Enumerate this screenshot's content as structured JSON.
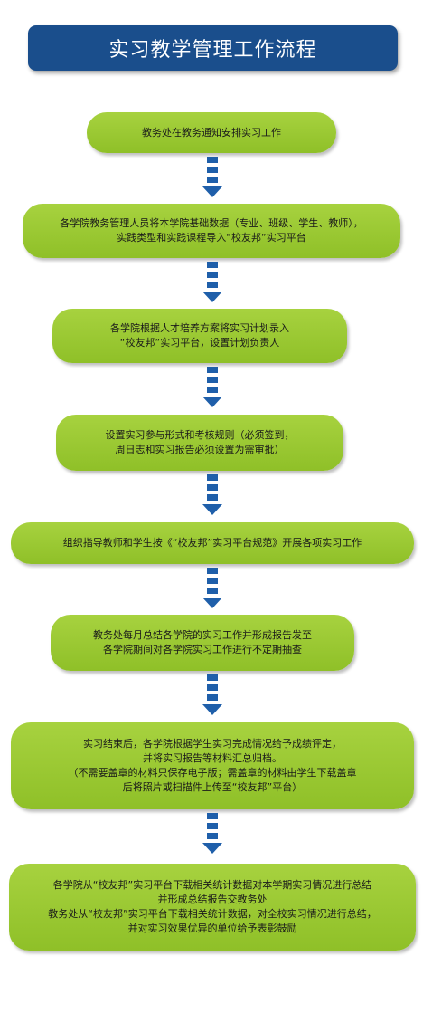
{
  "title": "实习教学管理工作流程",
  "colors": {
    "title_bg": "#1a4e8c",
    "step_fill": "#9bc930",
    "arrow": "#1f5faa"
  },
  "steps": [
    {
      "lines": [
        "教务处在教务通知安排实习工作"
      ]
    },
    {
      "lines": [
        "各学院教务管理人员将本学院基础数据（专业、班级、学生、教师），",
        "实践类型和实践课程导入“校友邦”实习平台"
      ]
    },
    {
      "lines": [
        "各学院根据人才培养方案将实习计划录入",
        "“校友邦”实习平台，设置计划负责人"
      ]
    },
    {
      "lines": [
        "设置实习参与形式和考核规则（必须签到，",
        "周日志和实习报告必须设置为需审批）"
      ]
    },
    {
      "lines": [
        "组织指导教师和学生按《“校友邦”实习平台规范》开展各项实习工作"
      ]
    },
    {
      "lines": [
        "教务处每月总结各学院的实习工作并形成报告发至",
        "各学院期间对各学院实习工作进行不定期抽查"
      ]
    },
    {
      "lines": [
        "实习结束后，各学院根据学生实习完成情况给予成绩评定，",
        "并将实习报告等材料汇总归档。",
        "（不需要盖章的材料只保存电子版；需盖章的材料由学生下载盖章",
        "后将照片或扫描件上传至“校友邦”平台）"
      ]
    },
    {
      "lines": [
        "各学院从“校友邦”实习平台下载相关统计数据对本学期实习情况进行总结",
        "并形成总结报告交教务处",
        "教务处从“校友邦”实习平台下载相关统计数据，对全校实习情况进行总结，",
        "并对实习效果优异的单位给予表彰鼓励"
      ]
    }
  ]
}
